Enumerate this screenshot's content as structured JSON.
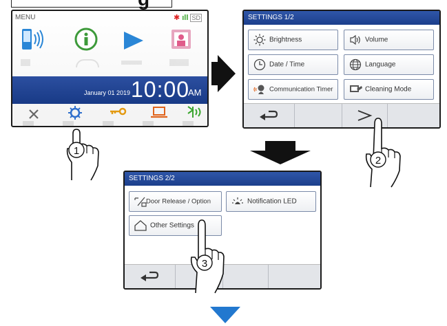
{
  "heading_fragment": "g",
  "menu_screen": {
    "label": "MENU",
    "date": "January 01 2019",
    "time": "10:00",
    "ampm": "AM",
    "top_icons": [
      "intercom-icon",
      "info-icon",
      "play-icon",
      "photo-icon"
    ],
    "bottom_icons": [
      "close-icon",
      "settings-gear-icon",
      "key-icon",
      "monitor-icon",
      "door-signal-icon"
    ]
  },
  "settings1": {
    "title": "SETTINGS 1/2",
    "buttons": [
      {
        "label": "Brightness",
        "icon": "brightness-icon"
      },
      {
        "label": "Volume",
        "icon": "volume-icon"
      },
      {
        "label": "Date / Time",
        "icon": "clock-icon"
      },
      {
        "label": "Language",
        "icon": "globe-icon"
      },
      {
        "label": "Communication Timer",
        "icon": "communication-timer-icon"
      },
      {
        "label": "Cleaning Mode",
        "icon": "cleaning-icon"
      }
    ],
    "back_glyph": "⮌",
    "next_glyph": ">"
  },
  "settings2": {
    "title": "SETTINGS 2/2",
    "buttons": [
      {
        "label": "Door Release / Option",
        "icon": "door-release-icon"
      },
      {
        "label": "Notification LED",
        "icon": "notification-led-icon"
      },
      {
        "label": "Other Settings",
        "icon": "house-icon"
      }
    ],
    "back_glyph": "⮌"
  },
  "steps": [
    "1",
    "2",
    "3"
  ],
  "colors": {
    "title_bar": "#1f4190",
    "arrow_blue": "#2278cf",
    "accent_red": "#d22222",
    "signal_green": "#3aa52e"
  }
}
